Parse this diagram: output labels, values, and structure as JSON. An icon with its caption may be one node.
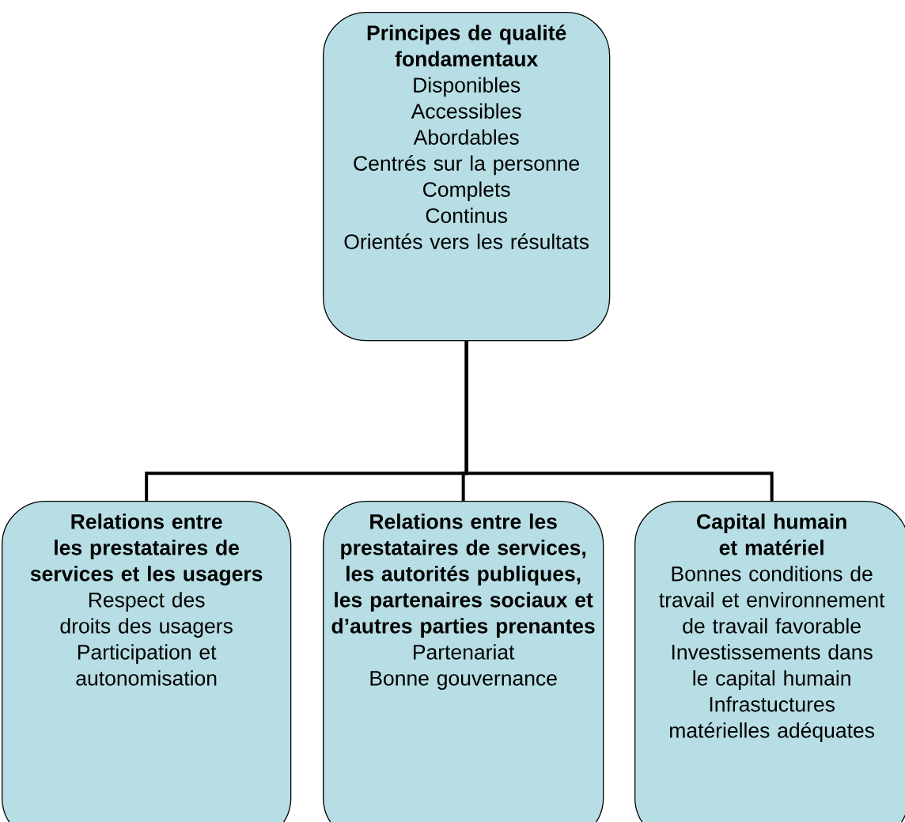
{
  "diagram": {
    "nodes": [
      {
        "text": [
          "Principes de qualité fondamentaux",
          "Disponibles",
          "Accessibles",
          "Abordables",
          "Centrés sur la personne",
          "Complets",
          "Continus",
          "Orientés vers les résultats"
        ]
      },
      {
        "text": [
          "Relations entre les prestataires de services et les usagers",
          "Respect des droits des usagers",
          "Participation et autonomisation"
        ]
      },
      {
        "text": [
          "Relations entre les prestataires de services, les autorités publiques, les partenaires sociaux et d’autres parties prenantes",
          "Partenariat",
          "Bonne gouvernance"
        ]
      },
      {
        "text": [
          "Capital humain et matériel",
          "Bonnes conditions de travail et environnement de travail favorable",
          "Investissements dans le capital humain",
          "Infrastuctures matérielles adéquates"
        ]
      }
    ],
    "edges": [
      {
        "from": 0,
        "to": 1,
        "arrow": "none"
      },
      {
        "from": 0,
        "to": 2,
        "arrow": "none"
      },
      {
        "from": 0,
        "to": 3,
        "arrow": "none"
      }
    ]
  }
}
